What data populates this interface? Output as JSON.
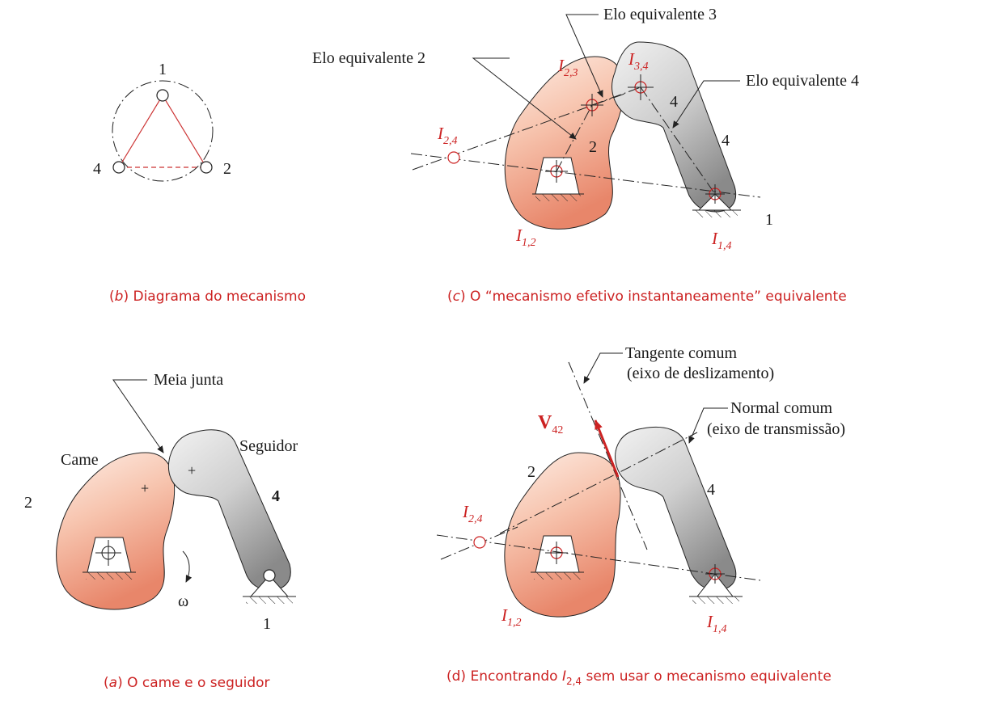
{
  "panel_b": {
    "node_1": "1",
    "node_2": "2",
    "node_4": "4",
    "caption_letter": "b",
    "caption_text": "Diagrama do mecanismo"
  },
  "panel_c": {
    "label_elo3": "Elo equivalente  3",
    "label_elo2": "Elo equivalente  2",
    "label_elo4": "Elo equivalente  4",
    "I23": "I",
    "I23_sub": "2,3",
    "I34": "I",
    "I34_sub": "3,4",
    "I24": "I",
    "I24_sub": "2,4",
    "I12": "I",
    "I12_sub": "1,2",
    "I14": "I",
    "I14_sub": "1,4",
    "num_2": "2",
    "num_4a": "4",
    "num_4b": "4",
    "num_1": "1",
    "caption_letter": "c",
    "caption_text": "O “mecanismo efetivo instantaneamente” equivalente"
  },
  "panel_a": {
    "label_meia": "Meia junta",
    "label_came": "Came",
    "label_seguidor": "Seguidor",
    "num_2": "2",
    "num_4": "4",
    "num_1": "1",
    "omega": "ω",
    "caption_letter": "a",
    "caption_text": "O came e o seguidor"
  },
  "panel_d": {
    "tangent_1": "Tangente comum",
    "tangent_2": "(eixo de deslizamento)",
    "normal_1": "Normal comum",
    "normal_2": "(eixo de transmissão)",
    "v_main": "V",
    "v_sub": "42",
    "num_2": "2",
    "num_4": "4",
    "I24": "I",
    "I24_sub": "2,4",
    "I12": "I",
    "I12_sub": "1,2",
    "I14": "I",
    "I14_sub": "1,4",
    "caption_pre": "(d) Encontrando ",
    "caption_I": "I",
    "caption_sub": "2,4",
    "caption_post": " sem usar o mecanismo equivalente"
  },
  "colors": {
    "accent_red": "#cc2222",
    "cam_fill_light": "#fdebe3",
    "cam_fill_dark": "#eb8f72",
    "follower_fill_light": "#eeeeee",
    "follower_fill_dark": "#8c8c8c"
  }
}
